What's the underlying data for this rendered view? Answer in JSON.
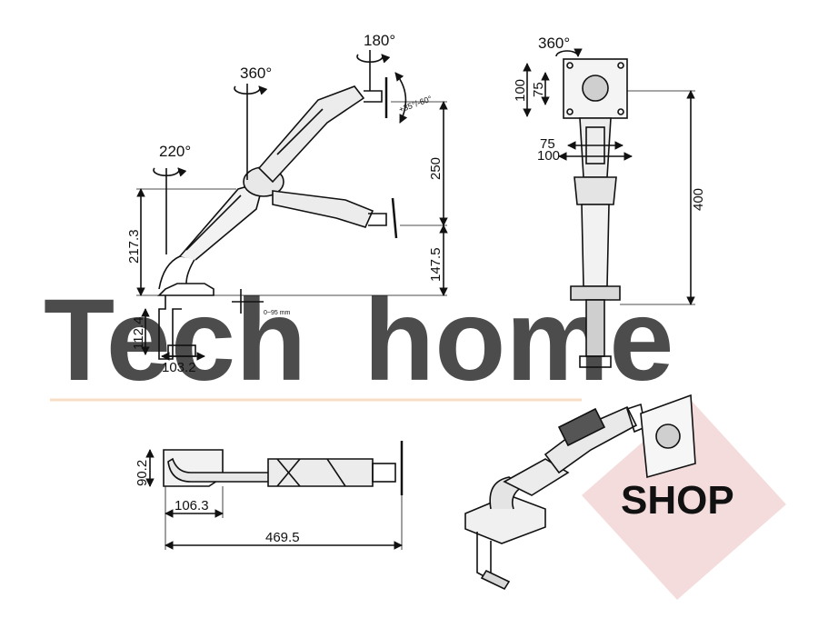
{
  "watermark": {
    "brand_part1": "Tech",
    "brand_part2": "home",
    "badge": "SHOP"
  },
  "side_view": {
    "rotation_base": "220°",
    "rotation_arm": "360°",
    "rotation_head": "180°",
    "tilt": "+35°/-60°",
    "dim_arm_height": "217.3",
    "dim_upper_travel": "250",
    "dim_lower_height": "147.5",
    "dim_clamp_depth": "112.4",
    "dim_clamp_width": "103.2",
    "small_label": "0~95 mm"
  },
  "front_view": {
    "rotation": "360°",
    "vesa_outer_v": "100",
    "vesa_inner_v": "75",
    "vesa_inner_h": "75",
    "vesa_outer_h": "100",
    "dim_height": "400"
  },
  "top_view": {
    "dim_base_depth": "90.2",
    "dim_base_width": "106.3",
    "dim_total_length": "469.5"
  },
  "colors": {
    "line": "#111111",
    "watermark_orange": "#f6d3b4",
    "watermark_red": "#e7b3b0",
    "badge_bg": "#f3d6d6"
  }
}
